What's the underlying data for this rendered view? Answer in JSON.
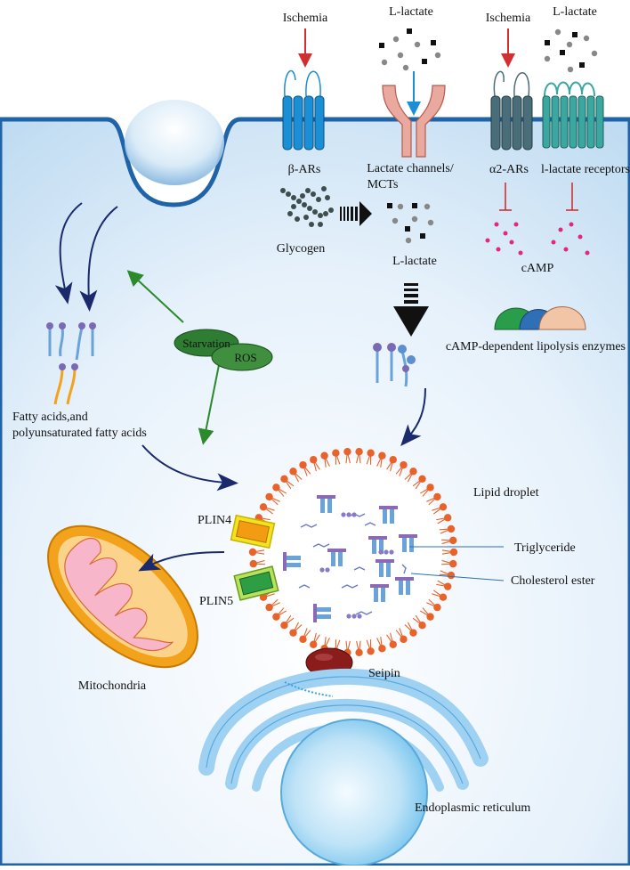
{
  "labels": {
    "ischemia_1": "Ischemia",
    "llactate_1": "L-lactate",
    "ischemia_2": "Ischemia",
    "llactate_2": "L-lactate",
    "beta_ars": "β-ARs",
    "lactate_channels_line1": "Lactate channels/",
    "lactate_channels_line2": "MCTs",
    "alpha2_ars": "α2-ARs",
    "llactate_receptors": "l-lactate receptors",
    "glycogen": "Glycogen",
    "llactate_mid": "L-lactate",
    "camp": "cAMP",
    "camp_enzymes": "cAMP-dependent lipolysis enzymes",
    "starvation": "Starvation",
    "ros": "ROS",
    "fatty_acids_line1": "Fatty acids,and",
    "fatty_acids_line2": "polyunsaturated fatty acids",
    "lipid_droplet": "Lipid droplet",
    "plin4": "PLIN4",
    "plin5": "PLIN5",
    "triglyceride": "Triglyceride",
    "cholesterol_ester": "Cholesterol ester",
    "mitochondria": "Mitochondria",
    "seipin": "Seipin",
    "er": "Endoplasmic reticulum"
  },
  "colors": {
    "cytoplasm": "#d7e9f7",
    "membrane": "#1f63a8",
    "receptor_blue": "#1a8fd6",
    "mct": "#e9a99f",
    "alpha_receptor": "#4a6d7a",
    "llactate_receptor": "#3aa7a0",
    "inhibition": "#d23030",
    "camp_dots": "#e0287f",
    "green_arrow": "#2c8a2c",
    "starvation_ellipse": "#2e7d32",
    "lipid_head": "#e8622a",
    "mito_outer": "#f2a21b",
    "mito_inner": "#f7b6c9",
    "plin4": "#f39c12",
    "plin5": "#2e9e44",
    "seipin": "#8b1c1c",
    "er": "#9fd2f2",
    "dark_arrow": "#1a2a6c"
  }
}
